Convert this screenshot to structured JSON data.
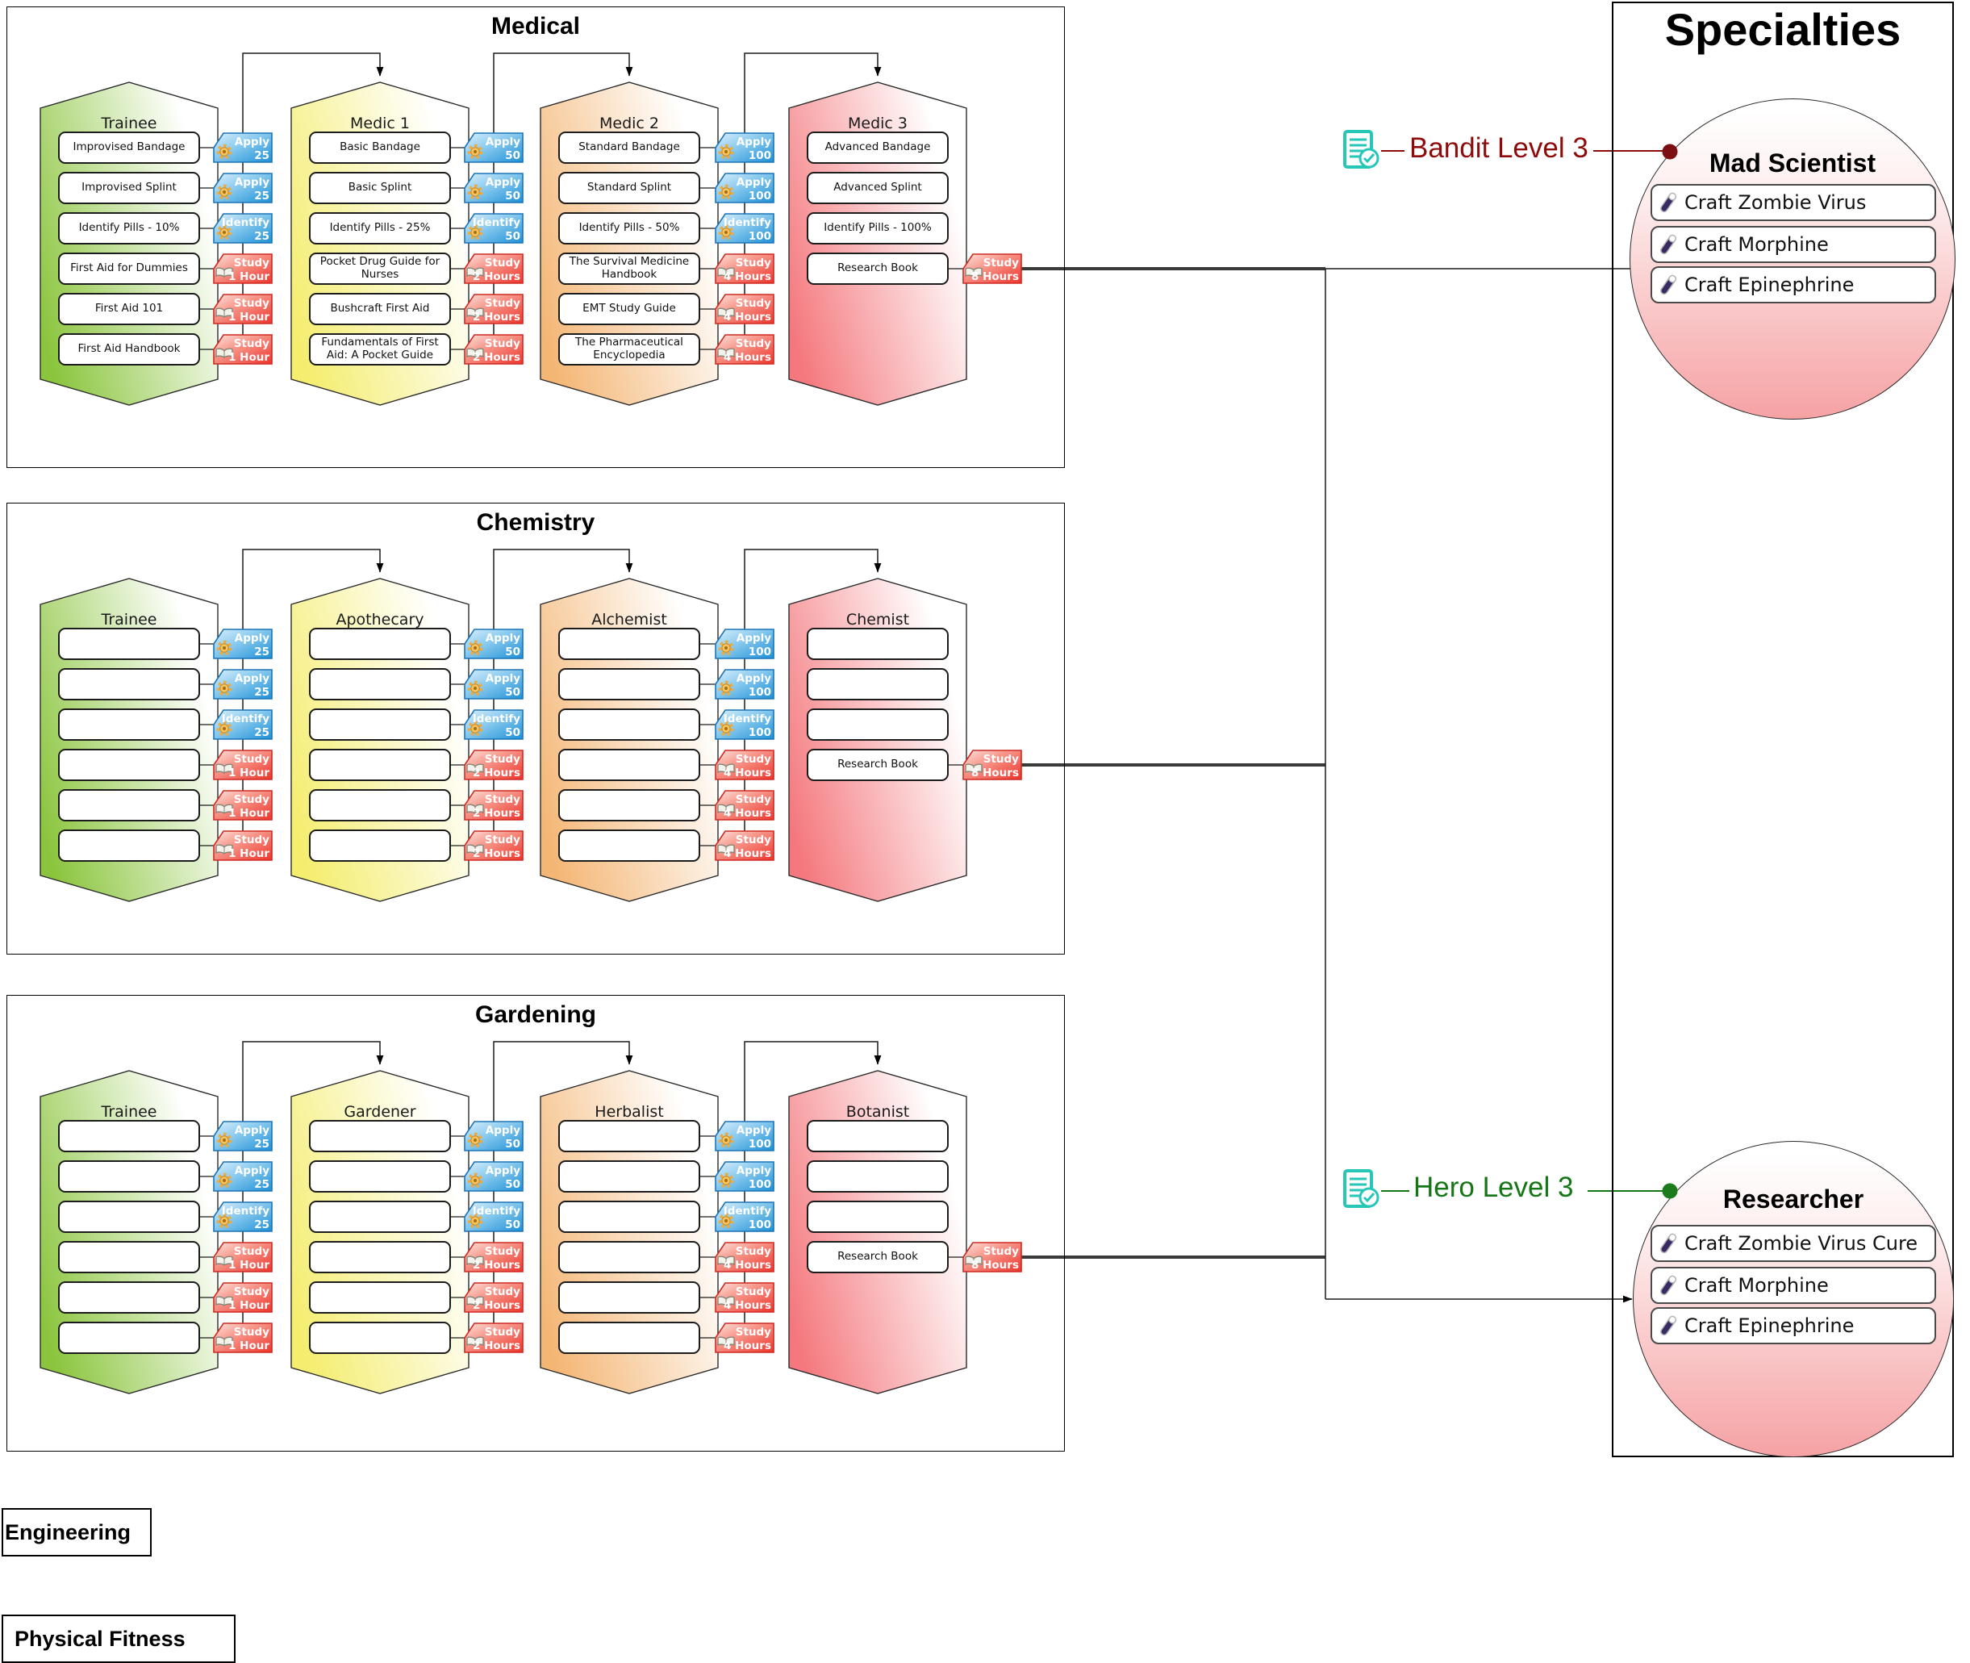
{
  "specialties_title": "Specialties",
  "sections": [
    {
      "title": "Medical",
      "columns": [
        {
          "name": "Trainee",
          "color": "green",
          "items": [
            "Improvised Bandage",
            "Improvised Splint",
            "Identify Pills - 10%",
            "First Aid for Dummies",
            "First Aid 101",
            "First Aid Handbook"
          ]
        },
        {
          "name": "Medic 1",
          "color": "yellow",
          "items": [
            "Basic Bandage",
            "Basic Splint",
            "Identify Pills - 25%",
            "Pocket Drug Guide for Nurses",
            "Bushcraft First Aid",
            "Fundamentals of First Aid: A Pocket Guide"
          ]
        },
        {
          "name": "Medic 2",
          "color": "orange",
          "items": [
            "Standard Bandage",
            "Standard Splint",
            "Identify Pills - 50%",
            "The Survival Medicine Handbook",
            "EMT Study Guide",
            "The Pharmaceutical Encyclopedia"
          ]
        },
        {
          "name": "Medic 3",
          "color": "red",
          "items": [
            "Advanced Bandage",
            "Advanced Splint",
            "Identify Pills - 100%",
            "Research Book"
          ]
        }
      ]
    },
    {
      "title": "Chemistry",
      "columns": [
        {
          "name": "Trainee",
          "color": "green",
          "items": [
            "",
            "",
            "",
            "",
            "",
            ""
          ]
        },
        {
          "name": "Apothecary",
          "color": "yellow",
          "items": [
            "",
            "",
            "",
            "",
            "",
            ""
          ]
        },
        {
          "name": "Alchemist",
          "color": "orange",
          "items": [
            "",
            "",
            "",
            "",
            "",
            ""
          ]
        },
        {
          "name": "Chemist",
          "color": "red",
          "items": [
            "",
            "",
            "",
            "Research Book"
          ]
        }
      ]
    },
    {
      "title": "Gardening",
      "columns": [
        {
          "name": "Trainee",
          "color": "green",
          "items": [
            "",
            "",
            "",
            "",
            "",
            ""
          ]
        },
        {
          "name": "Gardener",
          "color": "yellow",
          "items": [
            "",
            "",
            "",
            "",
            "",
            ""
          ]
        },
        {
          "name": "Herbalist",
          "color": "orange",
          "items": [
            "",
            "",
            "",
            "",
            "",
            ""
          ]
        },
        {
          "name": "Botanist",
          "color": "red",
          "items": [
            "",
            "",
            "",
            "Research Book"
          ]
        }
      ]
    }
  ],
  "badge_sets": [
    [
      {
        "action": "Apply",
        "value": "25"
      },
      {
        "action": "Apply",
        "value": "25"
      },
      {
        "action": "Identify",
        "value": "25"
      },
      {
        "action": "Study",
        "value": "1 Hour"
      },
      {
        "action": "Study",
        "value": "1 Hour"
      },
      {
        "action": "Study",
        "value": "1 Hour"
      }
    ],
    [
      {
        "action": "Apply",
        "value": "50"
      },
      {
        "action": "Apply",
        "value": "50"
      },
      {
        "action": "Identify",
        "value": "50"
      },
      {
        "action": "Study",
        "value": "2 Hours"
      },
      {
        "action": "Study",
        "value": "2 Hours"
      },
      {
        "action": "Study",
        "value": "2 Hours"
      }
    ],
    [
      {
        "action": "Apply",
        "value": "100"
      },
      {
        "action": "Apply",
        "value": "100"
      },
      {
        "action": "Identify",
        "value": "100"
      },
      {
        "action": "Study",
        "value": "4 Hours"
      },
      {
        "action": "Study",
        "value": "4 Hours"
      },
      {
        "action": "Study",
        "value": "4 Hours"
      }
    ]
  ],
  "research_badge": {
    "action": "Study",
    "value": "8 Hours"
  },
  "specialties": [
    {
      "name": "Mad Scientist",
      "requirement": "Bandit Level 3",
      "req_color": "#8e0b0b",
      "items": [
        "Craft Zombie Virus",
        "Craft Morphine",
        "Craft Epinephrine"
      ]
    },
    {
      "name": "Researcher",
      "requirement": "Hero Level 3",
      "req_color": "#157615",
      "items": [
        "Craft Zombie Virus Cure",
        "Craft Morphine",
        "Craft Epinephrine"
      ]
    }
  ],
  "standalone_boxes": [
    "Engineering",
    "Physical Fitness"
  ],
  "colors": {
    "green": "#8bc53e",
    "yellow": "#f4ed6e",
    "orange": "#f4b675",
    "red": "#f4787d",
    "badge_blue": "#1e90d6",
    "badge_red": "#ee352c",
    "line_thick": "#3a3a3a",
    "teal_icon": "#26c6b9",
    "tube": "#3a2a63",
    "bandit_dot": "#7c0f12",
    "hero_dot": "#1c7c1c"
  }
}
